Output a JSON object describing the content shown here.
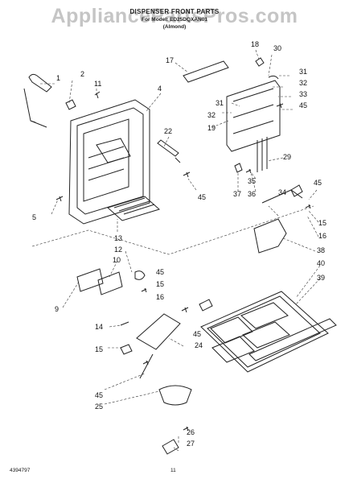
{
  "header": {
    "title": "DISPENSER FRONT PARTS",
    "subtitle": "For Model: ED25DQXAN01",
    "variant": "(Almond)"
  },
  "watermark": "AppliancePartsPros.com",
  "footer": {
    "doc_number": "4394797",
    "page_number": "11"
  },
  "callouts": [
    "1",
    "2",
    "11",
    "4",
    "22",
    "45",
    "5",
    "13",
    "12",
    "10",
    "45",
    "15",
    "16",
    "9",
    "14",
    "15",
    "45",
    "25",
    "24",
    "45",
    "26",
    "27",
    "17",
    "18",
    "30",
    "31",
    "32",
    "31",
    "33",
    "45",
    "32",
    "19",
    "29",
    "35",
    "37",
    "36",
    "34",
    "45",
    "15",
    "16",
    "38",
    "40",
    "39"
  ]
}
